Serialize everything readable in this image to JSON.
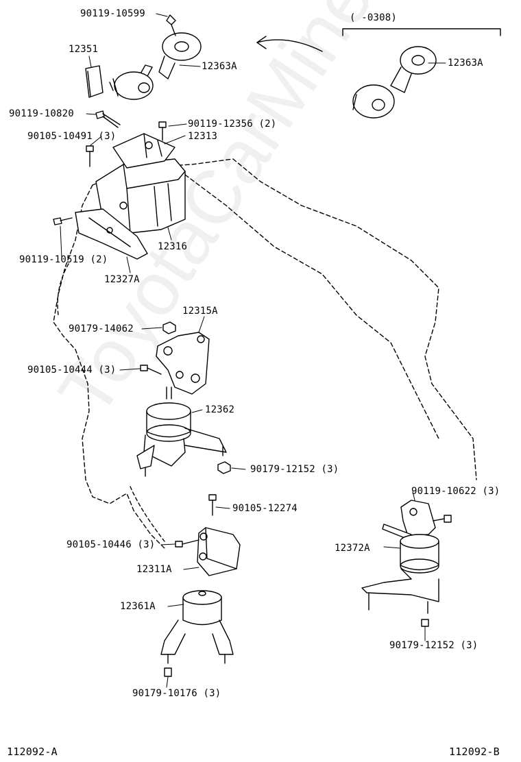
{
  "watermark": "ToyotaCarMine.ru",
  "range_label": "(      -0308)",
  "labels": {
    "p90119_10599": "90119-10599",
    "p12351": "12351",
    "p12363A_a": "12363A",
    "p12363A_b": "12363A",
    "p90119_10820": "90119-10820",
    "p90119_12356": "90119-12356 (2)",
    "p90105_10491": "90105-10491 (3)",
    "p12313": "12313",
    "p12316": "12316",
    "p90119_10519": "90119-10519 (2)",
    "p12327A": "12327A",
    "p12315A": "12315A",
    "p90179_14062": "90179-14062",
    "p90105_10444": "90105-10444 (3)",
    "p12362": "12362",
    "p90179_12152_a": "90179-12152 (3)",
    "p90105_12274": "90105-12274",
    "p90105_10446": "90105-10446 (3)",
    "p12311A": "12311A",
    "p12361A": "12361A",
    "p90179_10176": "90179-10176 (3)",
    "p90119_10622": "90119-10622 (3)",
    "p12372A": "12372A",
    "p90179_12152_b": "90179-12152 (3)"
  },
  "footer": {
    "left": "112092-A",
    "right": "112092-B"
  }
}
